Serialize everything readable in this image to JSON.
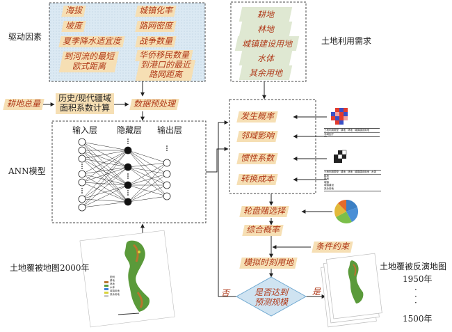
{
  "labels": {
    "driving_factors": "驱动因素",
    "land_demand": "土地利用需求",
    "ann_model": "ANN模型",
    "landcover_2000": "土地覆被地图2000年",
    "landcover_inverse": "土地覆被反演地图",
    "year_1950": "1950年",
    "year_dots": "·\n·\n·",
    "year_1500": "1500年",
    "no": "否",
    "yes": "是"
  },
  "driving_factors_left": [
    "海拔",
    "坡度",
    "夏季降水适宜度",
    "到河流的最短\n欧式距离"
  ],
  "driving_factors_right": [
    "城镇化率",
    "路网密度",
    "战争数量",
    "华侨移民数量",
    "到港口的最近\n路网距离"
  ],
  "land_demand_items": [
    "耕地",
    "林地",
    "城镇建设用地",
    "水体",
    "其余用地"
  ],
  "inputs": {
    "cropland_total": "耕地总量",
    "historical_calc": "历史/现代疆域\n面积系数计算",
    "preprocess": "数据预处理"
  },
  "ann_layers": [
    "输入层",
    "隐藏层",
    "输出层"
  ],
  "process_items": [
    "发生概率",
    "邻域影响",
    "惯性系数",
    "转换成本"
  ],
  "flow": {
    "roulette": "轮盘赌选择",
    "combined_prob": "综合概率",
    "constraint": "条件约束",
    "simulate_time": "模拟时刻用地",
    "decision": "是否达到\n预测规模"
  },
  "thumb_tables": {
    "neighborhood_header": [
      "土地利用类型",
      "耕地",
      "林地",
      "城镇建设用地"
    ],
    "neighborhood_row": "邻域因子",
    "cost_header": [
      "土地利用类型",
      "耕地",
      "林地",
      "城镇建设用地",
      "水体"
    ],
    "cost_rows": [
      "耕地",
      "林地",
      "城镇",
      "城镇建设",
      "其余用地"
    ]
  },
  "map_legend": [
    "图例",
    "耕地",
    "林地",
    "水体",
    "城镇用地",
    "其余用地"
  ],
  "colors": {
    "tag_fill": "#f6dfb4",
    "tag_text": "#b03a1a",
    "demand_fill": "#dfe8d2",
    "panel_fill": "#dbe9f3",
    "decision_fill": "#cfe3f1",
    "map_green": "#5a9a3a",
    "map_brown": "#b8742e"
  }
}
